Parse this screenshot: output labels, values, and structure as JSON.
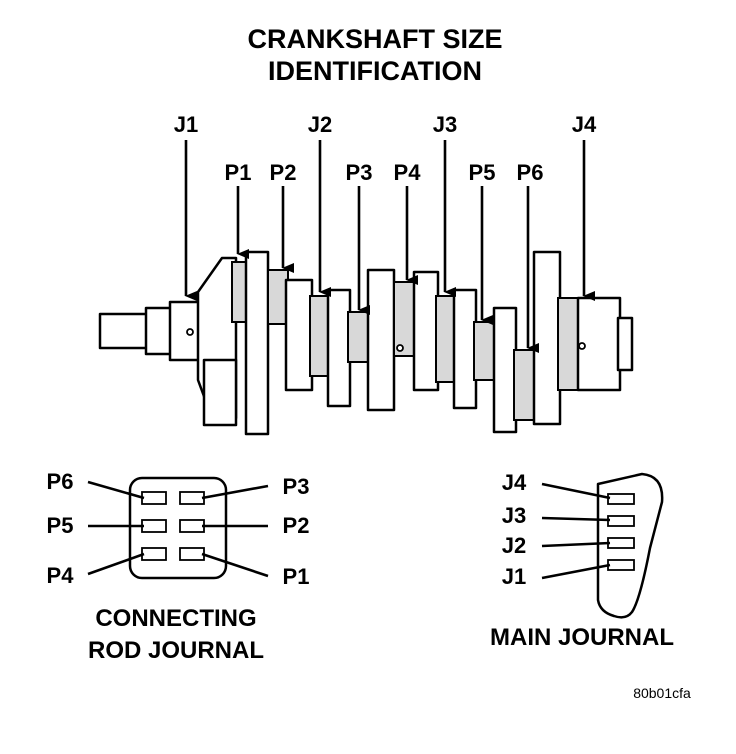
{
  "title": {
    "line1": "CRANKSHAFT SIZE",
    "line2": "IDENTIFICATION"
  },
  "crankshaft_callouts": {
    "main": [
      "J1",
      "J2",
      "J3",
      "J4"
    ],
    "pins": [
      "P1",
      "P2",
      "P3",
      "P4",
      "P5",
      "P6"
    ]
  },
  "rod_journal_panel": {
    "labels_left": [
      "P6",
      "P5",
      "P4"
    ],
    "labels_right": [
      "P3",
      "P2",
      "P1"
    ],
    "caption_line1": "CONNECTING",
    "caption_line2": "ROD JOURNAL"
  },
  "main_journal_panel": {
    "labels": [
      "J4",
      "J3",
      "J2",
      "J1"
    ],
    "caption": "MAIN JOURNAL"
  },
  "figure_code": "80b01cfa"
}
